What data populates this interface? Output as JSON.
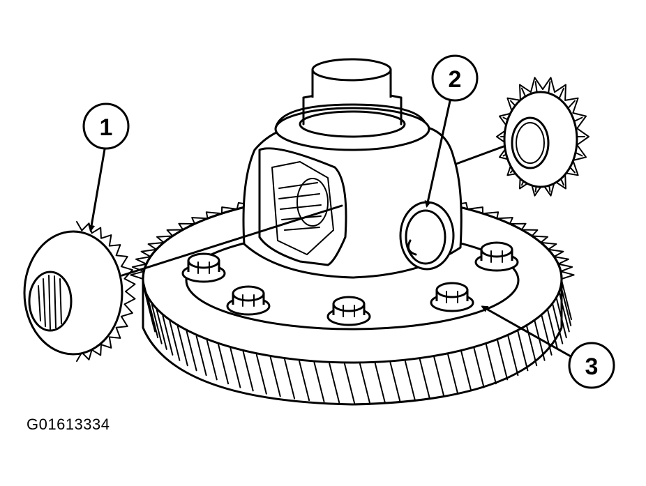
{
  "figure_id": "G01613334",
  "callouts": [
    {
      "number": "1",
      "part": "pinion-gear"
    },
    {
      "number": "2",
      "part": "retaining-clip"
    },
    {
      "number": "3",
      "part": "ring-gear-bolt"
    }
  ]
}
